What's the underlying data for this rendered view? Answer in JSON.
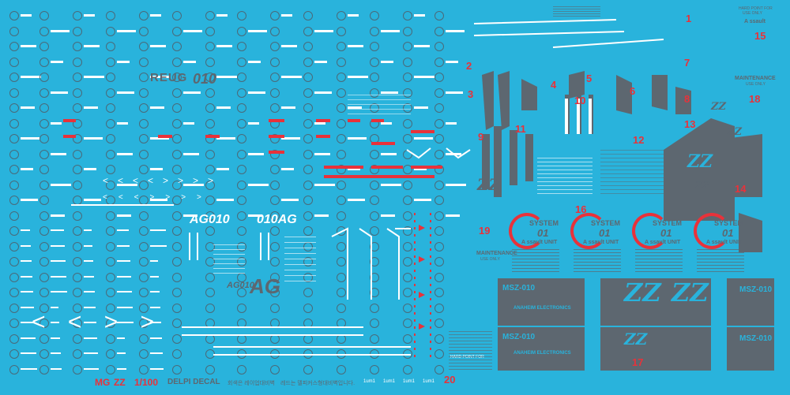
{
  "sheet": {
    "title_mg": "MG",
    "title_zz": "ZZ",
    "title_scale": "1/100",
    "title_brand": "DELPI DECAL",
    "korean_note_1": "회색은 레이업대비벽",
    "korean_note_2": "레드는 델피커스형대비벽입니다.",
    "reug": "REUG",
    "code_010": "010",
    "ag_010_left": "AG010",
    "ag_010_right": "010AG",
    "ag_small": "AG010",
    "ag_big": "AG",
    "maintenance_1": "MAINTENANCE",
    "maintenance_1_sub": "USE ONLY",
    "maintenance_2": "MAINTENANCE",
    "maintenance_2_sub": "USE ONLY",
    "hard_point": "HARD POINT FOR",
    "hard_point_sub": "USE ONLY",
    "anaheim": "ANAHEIM ELECTRONICS",
    "asault": "A ssault",
    "msz_labels": [
      "MSZ-010",
      "MSZ-010",
      "MSZ-010",
      "MSZ-010"
    ],
    "zz_mark": "ZZ",
    "system_units": [
      {
        "system": "SYSTEM",
        "code": "01",
        "unit": "A ssault UNIT"
      },
      {
        "system": "SYSTEM",
        "code": "01",
        "unit": "A ssault UNIT"
      },
      {
        "system": "SYSTEM",
        "code": "01",
        "unit": "A ssault UNIT"
      },
      {
        "system": "SYSTEM",
        "code": "01",
        "unit": "A ssault UNIT"
      }
    ],
    "section_numbers": [
      "1",
      "2",
      "3",
      "4",
      "5",
      "6",
      "7",
      "8",
      "9",
      "10",
      "11",
      "12",
      "13",
      "14",
      "15",
      "16",
      "17",
      "18",
      "19",
      "20"
    ],
    "footer_marks": [
      "1um1",
      "1um1",
      "1um1",
      "1um1"
    ],
    "colors": {
      "background": "#29b3dc",
      "red": "#e8323a",
      "grey": "#5d6770",
      "white": "#ffffff"
    }
  }
}
